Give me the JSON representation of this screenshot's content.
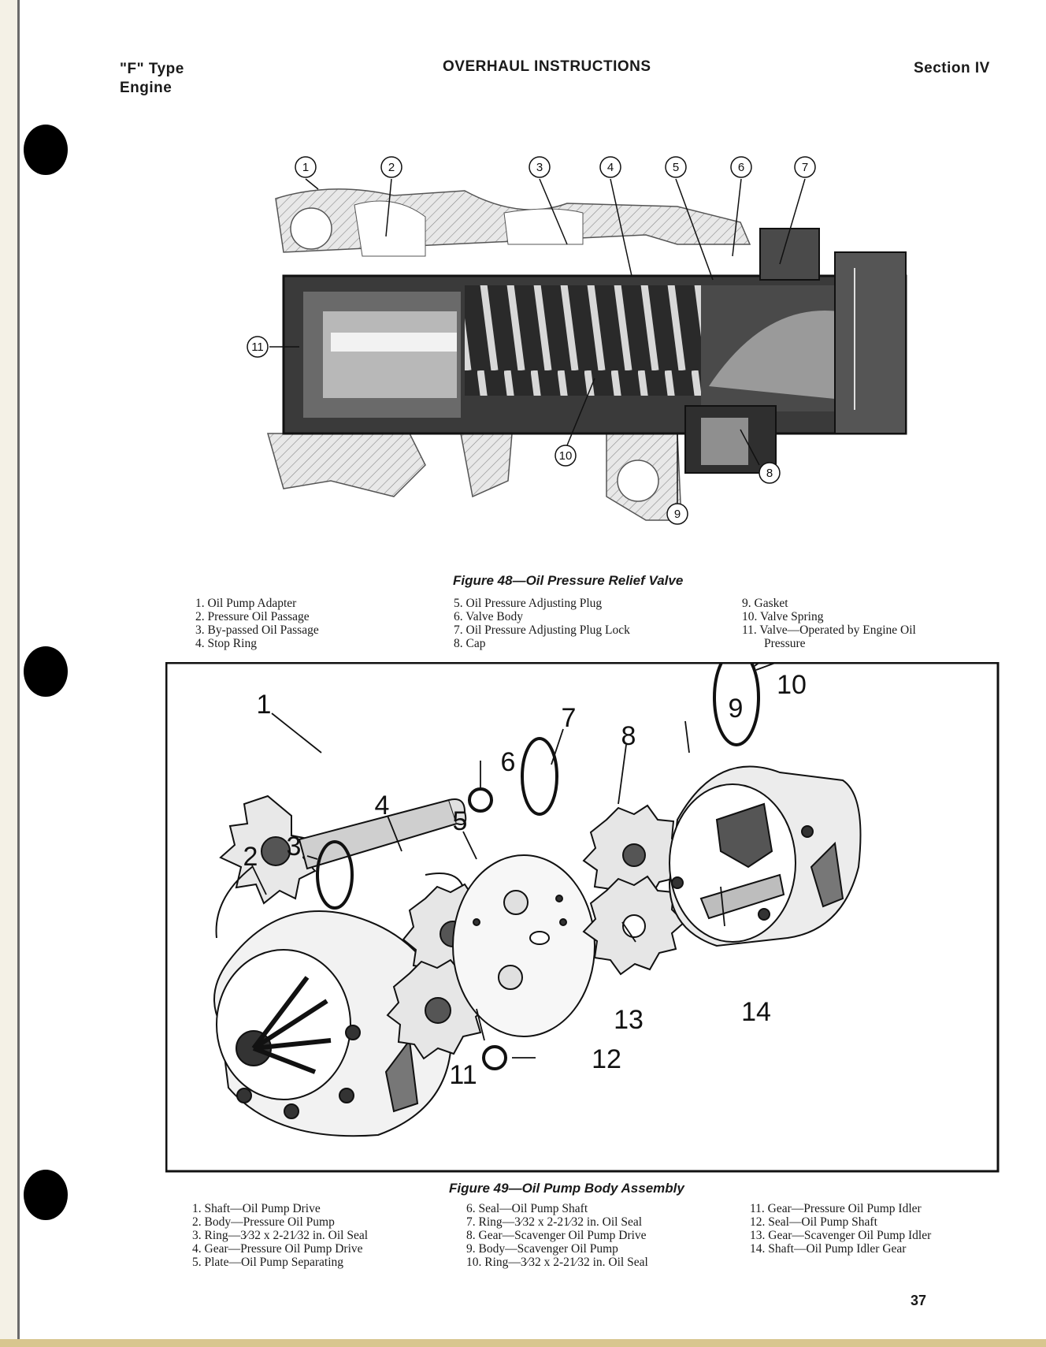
{
  "header": {
    "left_line1": "\"F\" Type",
    "left_line2": "Engine",
    "center": "OVERHAUL INSTRUCTIONS",
    "right": "Section IV"
  },
  "figure48": {
    "caption": "Figure 48—Oil Pressure Relief Valve",
    "callouts": [
      "1",
      "2",
      "3",
      "4",
      "5",
      "6",
      "7",
      "8",
      "9",
      "10",
      "11"
    ],
    "legend_col1": [
      "1. Oil Pump Adapter",
      "2. Pressure Oil Passage",
      "3. By-passed Oil Passage",
      "4. Stop Ring"
    ],
    "legend_col2": [
      "5. Oil Pressure Adjusting Plug",
      "6. Valve Body",
      "7. Oil Pressure Adjusting Plug Lock",
      "8. Cap"
    ],
    "legend_col3": [
      "9. Gasket",
      "10. Valve Spring",
      "11. Valve—Operated by Engine Oil",
      "Pressure"
    ]
  },
  "figure49": {
    "caption": "Figure 49—Oil Pump Body Assembly",
    "callouts": [
      "1",
      "2",
      "3",
      "4",
      "5",
      "6",
      "7",
      "8",
      "9",
      "10",
      "11",
      "12",
      "13",
      "14"
    ],
    "legend_col1": [
      "1. Shaft—Oil Pump Drive",
      "2. Body—Pressure Oil Pump",
      "3. Ring—3⁄32 x 2-21⁄32 in. Oil Seal",
      "4. Gear—Pressure Oil Pump Drive",
      "5. Plate—Oil Pump Separating"
    ],
    "legend_col2": [
      "6. Seal—Oil Pump Shaft",
      "7. Ring—3⁄32 x 2-21⁄32 in. Oil Seal",
      "8. Gear—Scavenger Oil Pump Drive",
      "9. Body—Scavenger Oil Pump",
      "10. Ring—3⁄32 x 2-21⁄32 in. Oil Seal"
    ],
    "legend_col3": [
      "11. Gear—Pressure Oil Pump Idler",
      "12. Seal—Oil Pump Shaft",
      "13. Gear—Scavenger Oil Pump Idler",
      "14. Shaft—Oil Pump Idler Gear"
    ]
  },
  "page_number": "37"
}
